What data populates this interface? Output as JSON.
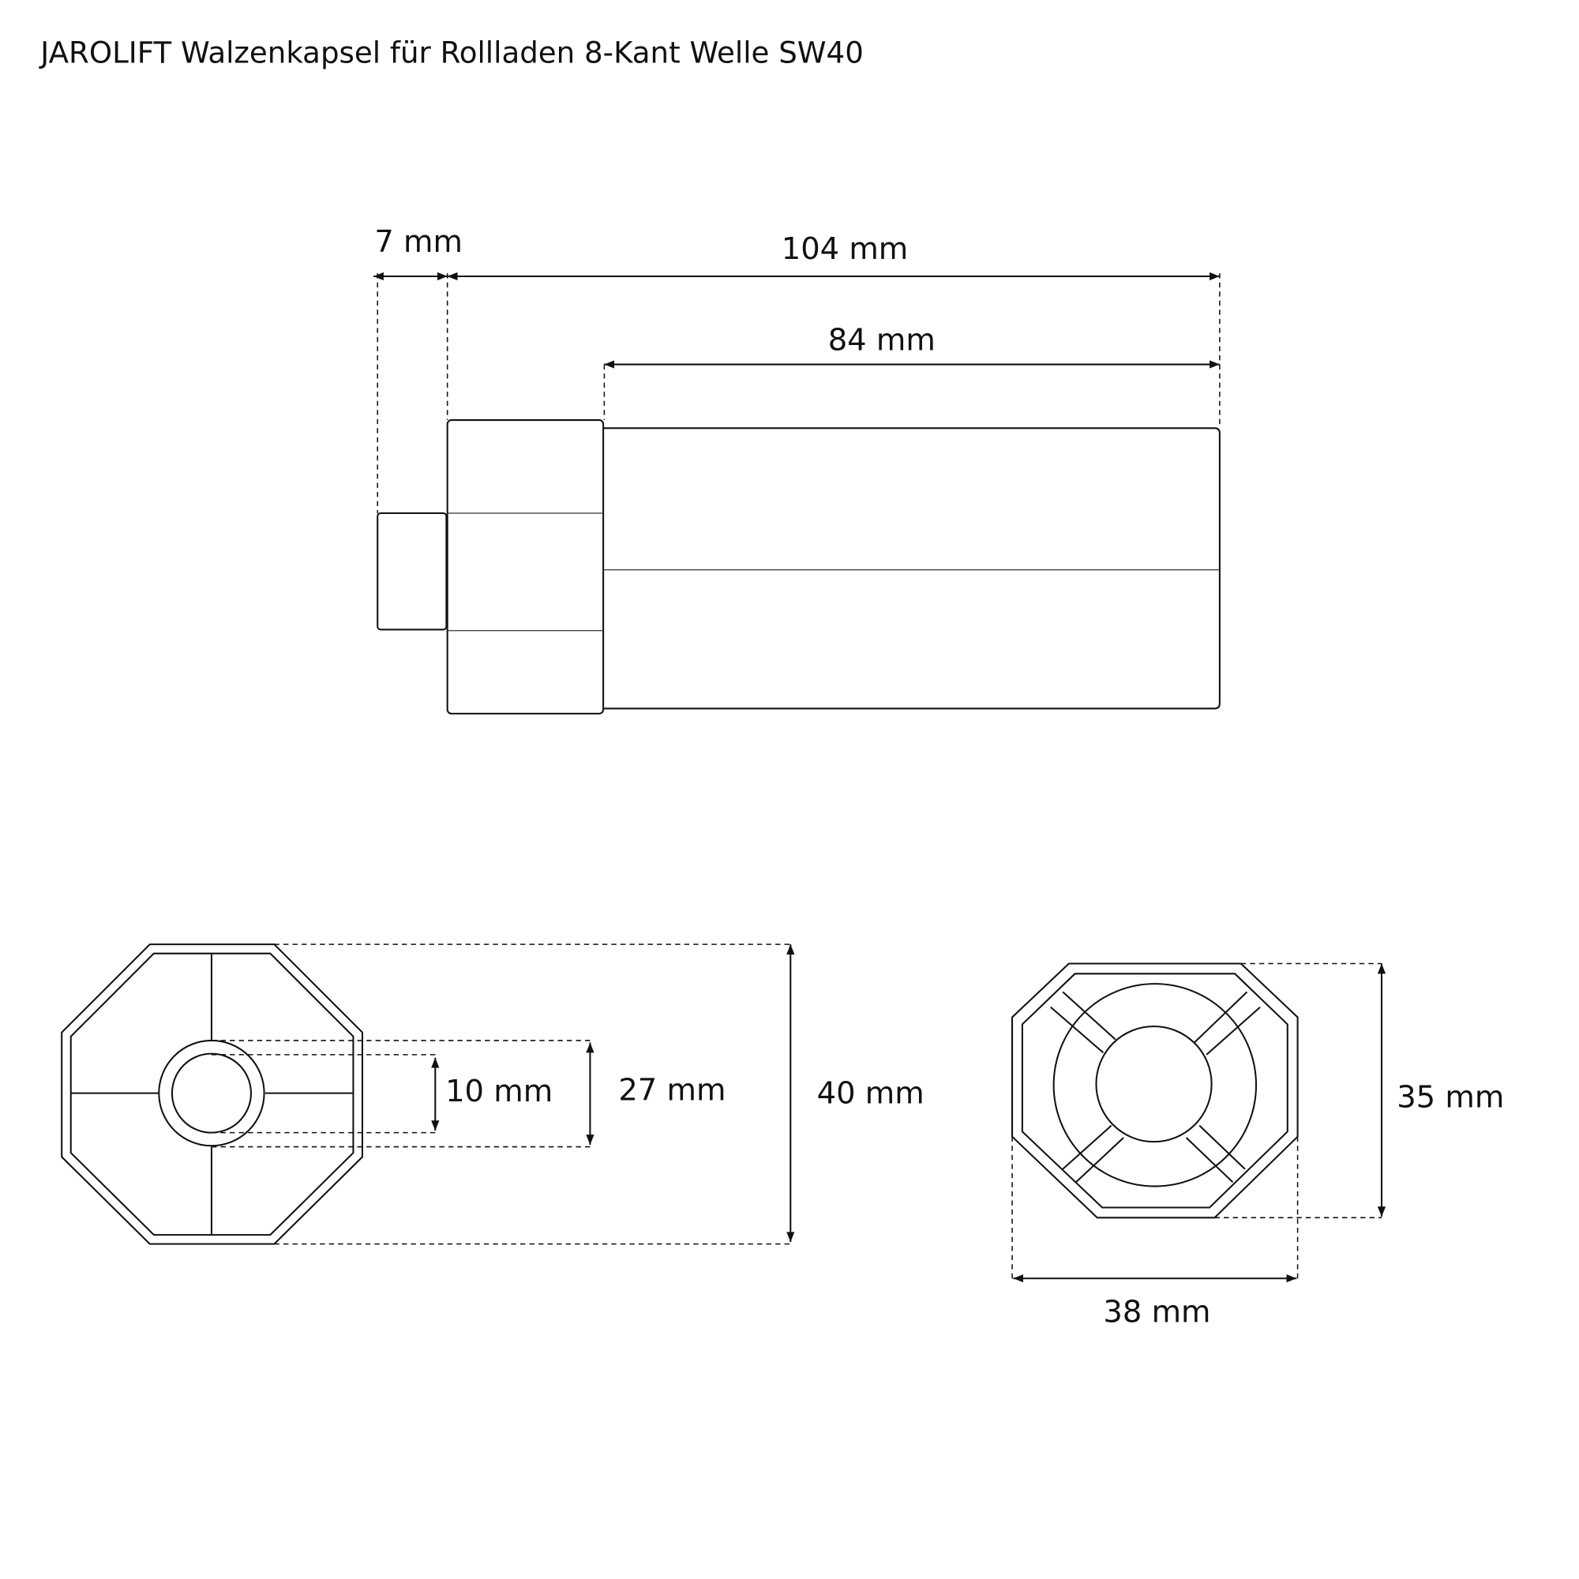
{
  "title": "JAROLIFT Walzenkapsel für Rollladen 8-Kant Welle SW40",
  "side_view": {
    "dim_pin_length": "7 mm",
    "dim_total_length": "104 mm",
    "dim_body_length": "84 mm"
  },
  "front_view": {
    "dim_bore": "10 mm",
    "dim_hub": "27 mm",
    "dim_outer": "40 mm"
  },
  "rear_view": {
    "dim_height": "35 mm",
    "dim_width": "38 mm"
  }
}
